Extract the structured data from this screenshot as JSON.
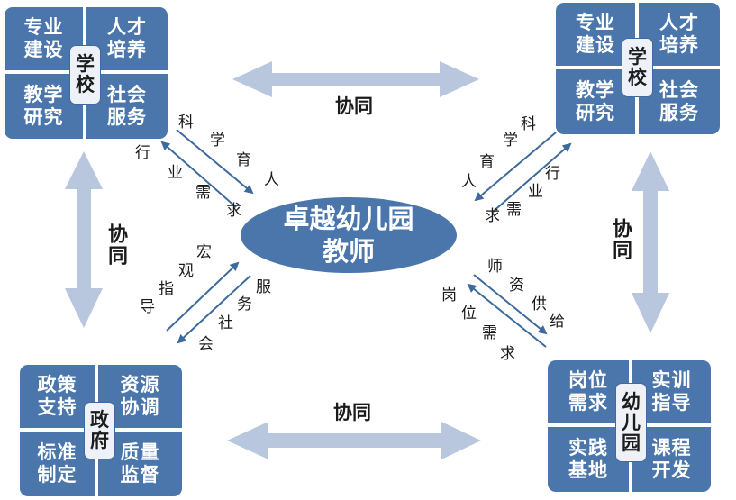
{
  "center": {
    "line1": "卓越幼儿园",
    "line2": "教师"
  },
  "nodes": {
    "school_left": {
      "center": "学\n校",
      "cells": [
        "专业\n建设",
        "人才\n培养",
        "教学\n研究",
        "社会\n服务"
      ]
    },
    "school_right": {
      "center": "学\n校",
      "cells": [
        "专业\n建设",
        "人才\n培养",
        "教学\n研究",
        "社会\n服务"
      ]
    },
    "government": {
      "center": "政\n府",
      "cells": [
        "政策\n支持",
        "资源\n协调",
        "标准\n制定",
        "质量\n监督"
      ]
    },
    "kindergarten": {
      "center": "幼\n儿\n园",
      "cells": [
        "岗位\n需求",
        "实训\n指导",
        "实践\n基地",
        "课程\n开发"
      ]
    }
  },
  "synergy": {
    "top": "协同",
    "bottom": "协同",
    "left": "协同",
    "right": "协同"
  },
  "link_labels": {
    "tl_out": "科学育人",
    "tl_in": "行业需求",
    "tr_out": "科学育人",
    "tr_in": "行业需求",
    "bl_out": "宏观指导",
    "bl_in": "服务社会",
    "br_out": "师资供给",
    "br_in": "岗位需求"
  },
  "colors": {
    "box": "#4a76ac",
    "arrow": "#b8c6de",
    "line": "#3d6a9c"
  }
}
